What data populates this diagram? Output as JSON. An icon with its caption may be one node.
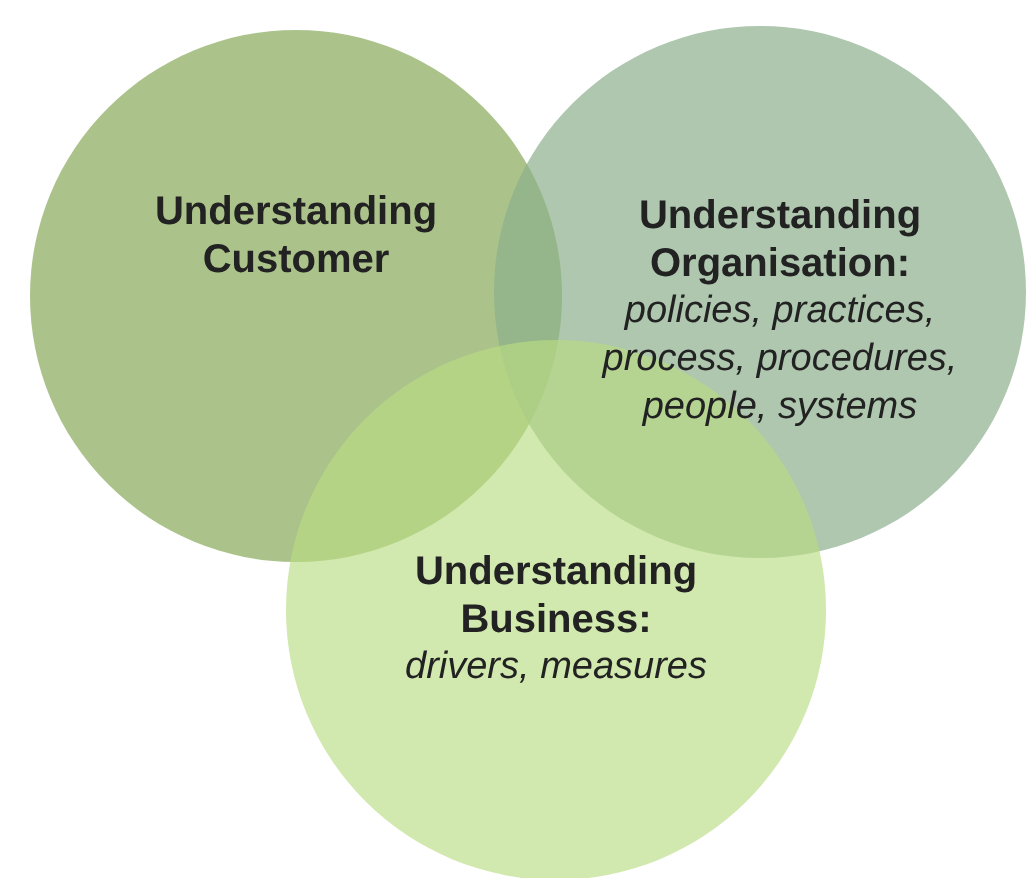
{
  "diagram": {
    "nodes": [
      {
        "text": [
          "Understanding Customer"
        ]
      },
      {
        "text": [
          "Understanding Organisation:",
          "policies, practices, process, procedures, people, systems"
        ]
      },
      {
        "text": [
          "Understanding Business:",
          "drivers, measures"
        ]
      }
    ]
  }
}
